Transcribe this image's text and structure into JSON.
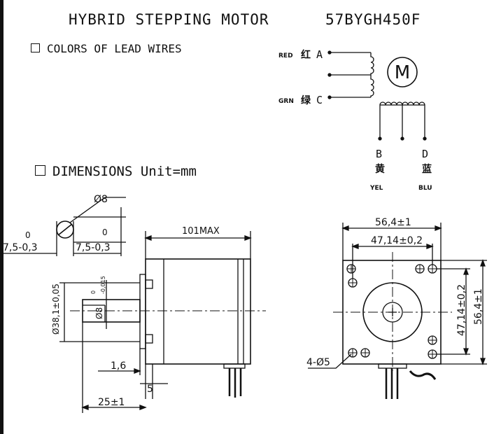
{
  "header": {
    "title": "HYBRID STEPPING MOTOR",
    "model": "57BYGH450F"
  },
  "sections": {
    "lead_wires": "COLORS OF LEAD WIRES",
    "dimensions": "DIMENSIONS   Unit=mm"
  },
  "wiring": {
    "a": {
      "color": "RED",
      "cjk": "红",
      "terminal": "A"
    },
    "c": {
      "color": "GRN",
      "cjk": "绿",
      "terminal": "C"
    },
    "b": {
      "terminal": "B",
      "cjk": "黄",
      "color": "YEL"
    },
    "d": {
      "terminal": "D",
      "cjk": "蓝",
      "color": "BLU"
    },
    "motor_symbol": "M"
  },
  "flat_detail": {
    "diameter": "Ø8",
    "left_tol_upper": "0",
    "left_tol": "7,5-0,3",
    "right_tol_upper": "0",
    "right_tol": "7,5-0,3"
  },
  "side_view": {
    "length": "101MAX",
    "boss_dia": "Ø38,1±0,05",
    "shaft_dia": "Ø8",
    "shaft_tol_upper": "0",
    "shaft_tol_lower": "-0,015",
    "boss_height": "1,6",
    "flange_thickness": "5",
    "shaft_length": "25±1"
  },
  "front_view": {
    "width": "56,4±1",
    "hole_spacing": "47,14±0,2",
    "hole_spacing_v": "47,14±0,2",
    "height": "56,4±1",
    "mount_holes": "4-Ø5"
  }
}
